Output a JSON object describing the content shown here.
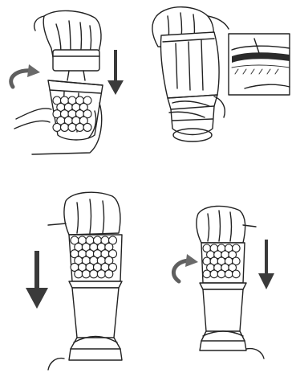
{
  "colors": {
    "ink": "#222222",
    "arrow": "#3a3a3a",
    "curved_arrow": "#5f5f5f",
    "background": "#ffffff"
  },
  "steps": [
    {
      "id": "step-1",
      "icons": [
        "hand-icon",
        "blade-base-icon",
        "cup-icon",
        "rotate-arrow-icon",
        "down-arrow-icon"
      ]
    },
    {
      "id": "step-2",
      "icons": [
        "hand-icon",
        "cup-icon",
        "detail-inset-icon"
      ]
    },
    {
      "id": "step-3",
      "icons": [
        "hand-icon",
        "cup-icon",
        "blender-base-icon",
        "down-arrow-icon"
      ]
    },
    {
      "id": "step-4",
      "icons": [
        "hand-icon",
        "cup-icon",
        "blender-base-icon",
        "rotate-arrow-icon",
        "down-arrow-icon"
      ]
    }
  ]
}
